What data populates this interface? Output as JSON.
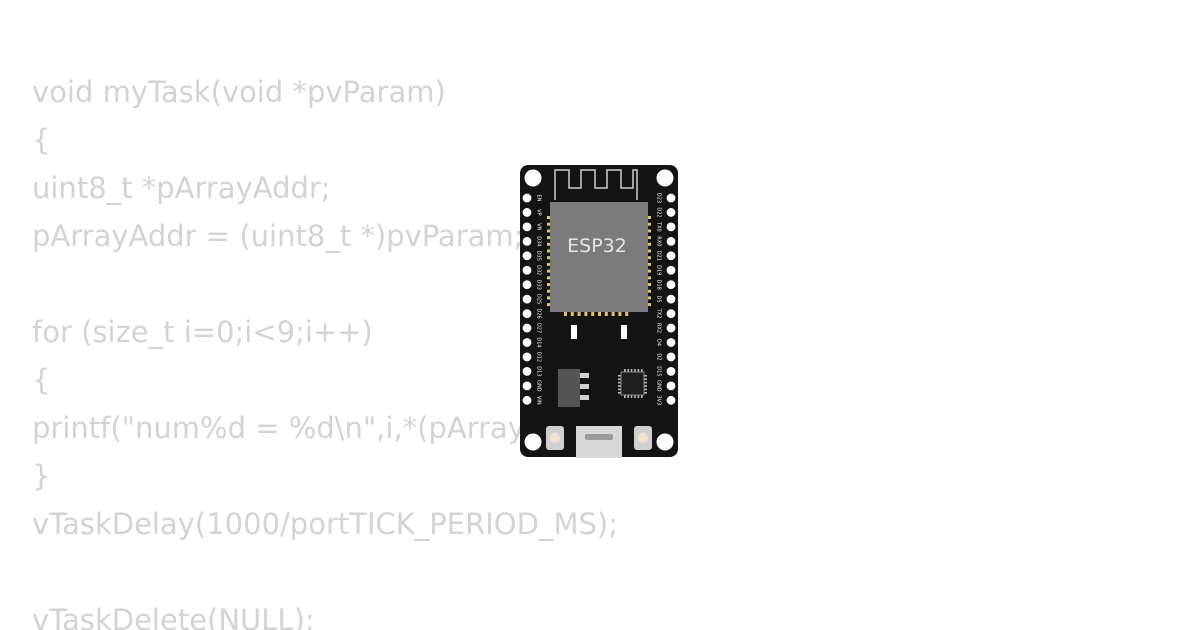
{
  "code": {
    "lines": [
      "void myTask(void *pvParam)",
      "{",
      "uint8_t *pArrayAddr;",
      "pArrayAddr = (uint8_t *)pvParam;",
      "",
      "for (size_t i=0;i<9;i++)",
      "{",
      "printf(\"num%d = %d\\n\",i,*(pArrayAddr+i));",
      "}",
      "vTaskDelay(1000/portTICK_PERIOD_MS);",
      "",
      "vTaskDelete(NULL);"
    ],
    "text_color": "#d3d3d3"
  },
  "board": {
    "chip_label": "ESP32",
    "colors": {
      "pcb": "#141414",
      "module": "#7b7b7b",
      "pin_pad": "#ffffff",
      "connector": "#d8d8d8",
      "button": "#f2e3cc"
    },
    "left_pins": [
      "EN",
      "VP",
      "VN",
      "D34",
      "D35",
      "D32",
      "D33",
      "D25",
      "D26",
      "D27",
      "D14",
      "D12",
      "D13",
      "GND",
      "VIN"
    ],
    "right_pins": [
      "D23",
      "D22",
      "TX0",
      "RX0",
      "D21",
      "D19",
      "D18",
      "D5",
      "TX2",
      "RX2",
      "D4",
      "D2",
      "D15",
      "GND",
      "3V3"
    ]
  }
}
